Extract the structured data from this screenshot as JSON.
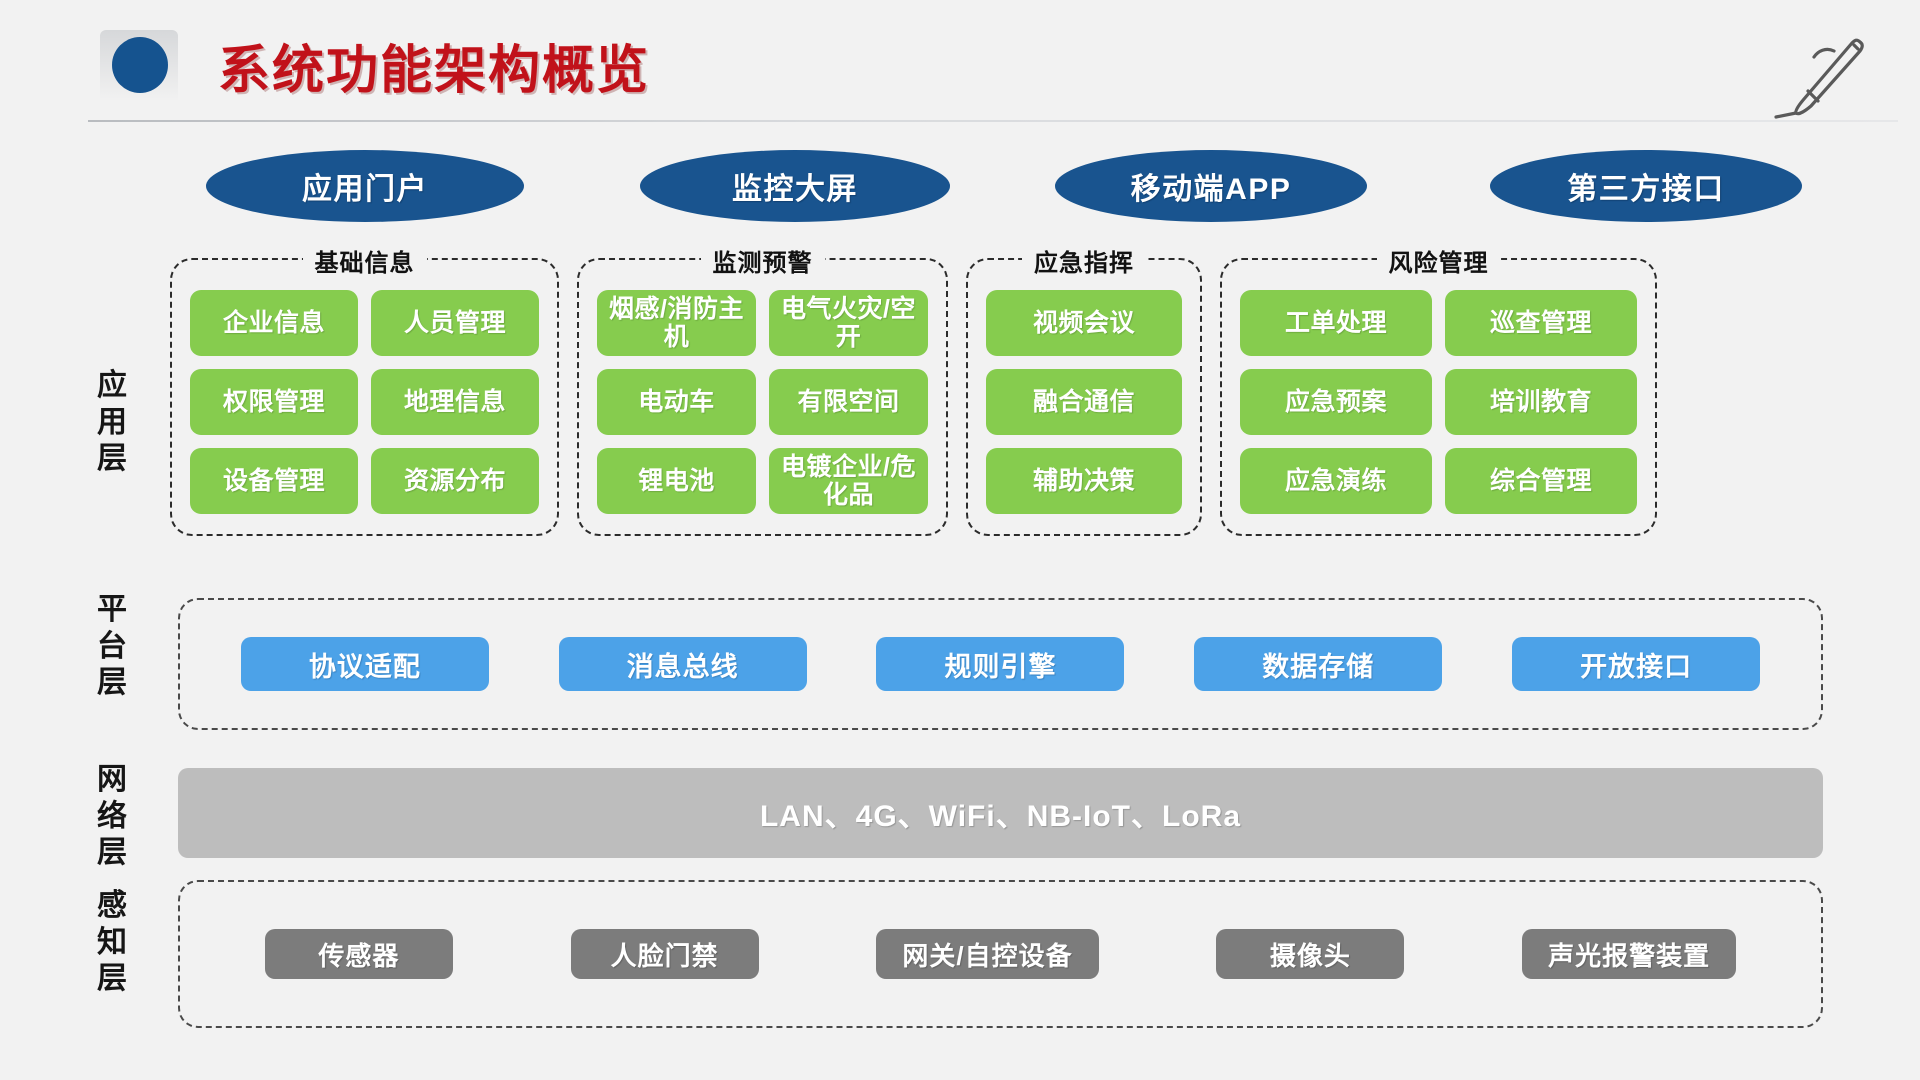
{
  "header": {
    "title": "系统功能架构概览",
    "bullet_icon": "blue-circle-bullet-icon",
    "pen_icon": "pen-icon",
    "title_color": "#c1121a",
    "bullet_color": "#15538f"
  },
  "layer_labels": {
    "application": "应用层",
    "platform": "平台层",
    "network": "网络层",
    "sensing": "感知层"
  },
  "entry_points": [
    {
      "label": "应用门户"
    },
    {
      "label": "监控大屏"
    },
    {
      "label": "移动端APP"
    },
    {
      "label": "第三方接口"
    }
  ],
  "application_layer": {
    "chip_color": "#86cc4e",
    "groups": [
      {
        "title": "基础信息",
        "columns": 2,
        "items": [
          "企业信息",
          "人员管理",
          "权限管理",
          "地理信息",
          "设备管理",
          "资源分布"
        ]
      },
      {
        "title": "监测预警",
        "columns": 2,
        "items": [
          "烟感/消防主机",
          "电气火灾/空开",
          "电动车",
          "有限空间",
          "锂电池",
          "电镀企业/危化品"
        ]
      },
      {
        "title": "应急指挥",
        "columns": 1,
        "items": [
          "视频会议",
          "融合通信",
          "辅助决策"
        ]
      },
      {
        "title": "风险管理",
        "columns": 2,
        "items": [
          "工单处理",
          "巡查管理",
          "应急预案",
          "培训教育",
          "应急演练",
          "综合管理"
        ]
      }
    ]
  },
  "platform_layer": {
    "chip_color": "#4ca2e8",
    "items": [
      "协议适配",
      "消息总线",
      "规则引擎",
      "数据存储",
      "开放接口"
    ]
  },
  "network_layer": {
    "band_color": "#bdbdbd",
    "text": "LAN、4G、WiFi、NB-IoT、LoRa"
  },
  "sensing_layer": {
    "chip_color": "#7c7c7c",
    "items": [
      "传感器",
      "人脸门禁",
      "网关/自控设备",
      "摄像头",
      "声光报警装置"
    ]
  }
}
